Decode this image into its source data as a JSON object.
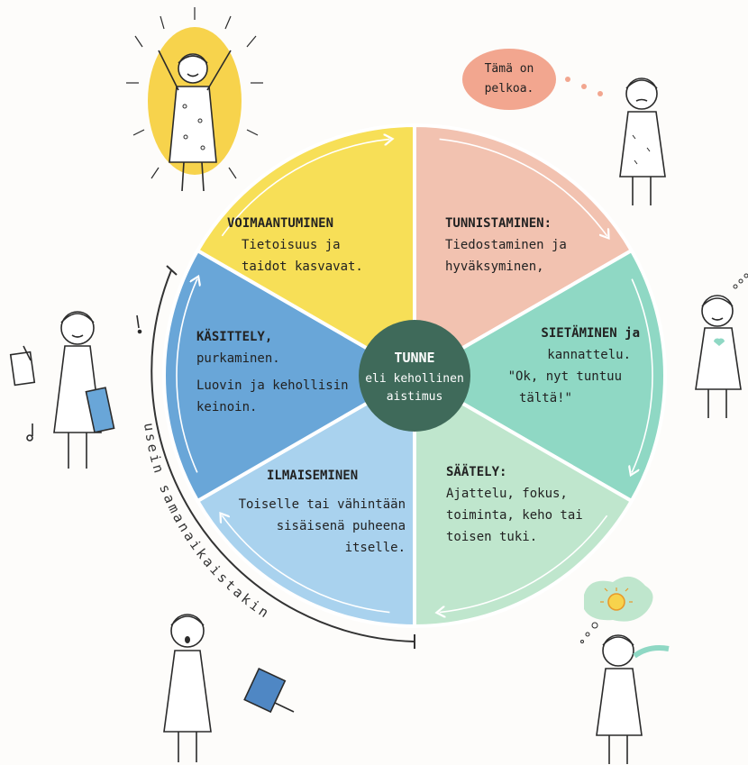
{
  "center": {
    "title": "TUNNE",
    "line2": "eli kehollinen",
    "line3": "aistimus",
    "color": "#3f6a5a"
  },
  "segments": [
    {
      "id": "voimaantuminen",
      "title": "VOIMAANTUMINEN",
      "lines": [
        "Tietoisuus ja",
        "taidot kasvavat."
      ],
      "color": "#f7df57"
    },
    {
      "id": "tunnistaminen",
      "title": "TUNNISTAMINEN:",
      "lines": [
        "Tiedostaminen ja",
        "hyväksyminen,"
      ],
      "color": "#f2c2b0"
    },
    {
      "id": "sietaminen",
      "title": "SIETÄMINEN ja",
      "lines": [
        "kannattelu.",
        "\"Ok, nyt tuntuu",
        "tältä!\""
      ],
      "color": "#8fd8c4"
    },
    {
      "id": "saately",
      "title": "SÄÄTELY:",
      "lines": [
        "Ajattelu, fokus,",
        "toiminta, keho tai",
        "toisen tuki."
      ],
      "color": "#bfe6cd"
    },
    {
      "id": "ilmaiseminen",
      "title": "ILMAISEMINEN",
      "lines": [
        "Toiselle tai vähintään",
        "sisäisenä puheena",
        "itselle."
      ],
      "color": "#a9d2ee"
    },
    {
      "id": "kasittely",
      "title": "KÄSITTELY,",
      "lines": [
        "purkaminen.",
        "Luovin ja kehollisin",
        "keinoin."
      ],
      "color": "#69a6d8"
    }
  ],
  "bubble": {
    "line1": "Tämä on",
    "line2": "pelkoa.",
    "color": "#f2a68f"
  },
  "arc_label": "usein samanaikaistakin",
  "illustrations": {
    "cheering_figure": "girl-arms-raised-icon",
    "fear_figure": "girl-thinking-fear-icon",
    "heart_figure": "girl-hand-on-heart-icon",
    "calm_figure": "girl-breathing-sun-icon",
    "speaking_figure": "girl-speaking-icon",
    "creative_figure": "girl-drawing-icon",
    "yellow_halo": "#f7d34c",
    "ink": "#2b2b2b"
  }
}
